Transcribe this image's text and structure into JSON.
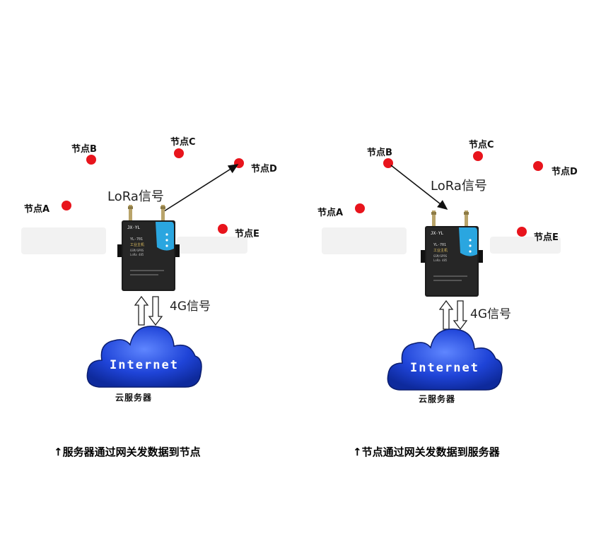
{
  "panels": [
    {
      "nodes": {
        "a": "节点A",
        "b": "节点B",
        "c": "节点C",
        "d": "节点D",
        "e": "节点E"
      },
      "lora": "LoRa信号",
      "g4": "4G信号",
      "cloud_text": "Internet",
      "server": "云服务器",
      "caption": "↑服务器通过网关发数据到节点",
      "arrow_target": "节点D"
    },
    {
      "nodes": {
        "a": "节点A",
        "b": "节点B",
        "c": "节点C",
        "d": "节点D",
        "e": "节点E"
      },
      "lora": "LoRa信号",
      "g4": "4G信号",
      "cloud_text": "Internet",
      "server": "云服务器",
      "caption": "↑节点通过网关发数据到服务器",
      "arrow_source": "节点B"
    }
  ],
  "gateway": {
    "brand": "JX·YL",
    "model": "YL-701",
    "subtitle": "工业主机",
    "spec1": "GSM/GPRS",
    "spec2": "LoRa 485"
  },
  "colors": {
    "node": "#e8141c",
    "cloud": "#1a3fd0",
    "device": "#1c1c1c",
    "device_accent": "#2aa6e0"
  }
}
